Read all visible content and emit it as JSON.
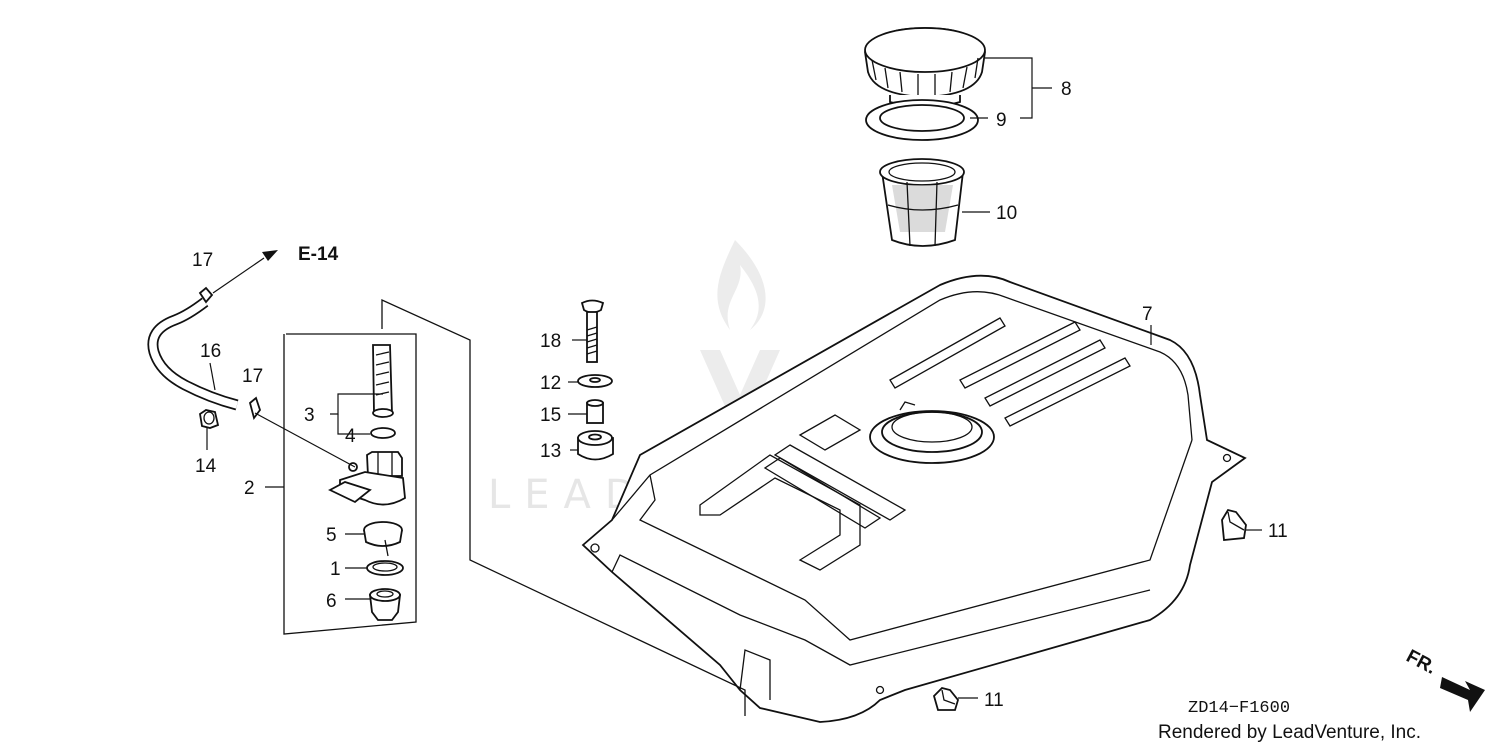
{
  "reference_labels": {
    "e14": "E-14",
    "fr": "FR."
  },
  "callouts": [
    {
      "id": "p1",
      "text": "1"
    },
    {
      "id": "p2",
      "text": "2"
    },
    {
      "id": "p3",
      "text": "3"
    },
    {
      "id": "p4",
      "text": "4"
    },
    {
      "id": "p5",
      "text": "5"
    },
    {
      "id": "p6",
      "text": "6"
    },
    {
      "id": "p7",
      "text": "7"
    },
    {
      "id": "p8",
      "text": "8"
    },
    {
      "id": "p9",
      "text": "9"
    },
    {
      "id": "p10",
      "text": "10"
    },
    {
      "id": "p11a",
      "text": "11"
    },
    {
      "id": "p11b",
      "text": "11"
    },
    {
      "id": "p12",
      "text": "12"
    },
    {
      "id": "p13",
      "text": "13"
    },
    {
      "id": "p14",
      "text": "14"
    },
    {
      "id": "p15",
      "text": "15"
    },
    {
      "id": "p16",
      "text": "16"
    },
    {
      "id": "p17a",
      "text": "17"
    },
    {
      "id": "p17b",
      "text": "17"
    },
    {
      "id": "p18",
      "text": "18"
    }
  ],
  "diagram_code": "ZD14−F1600",
  "credit": "Rendered by LeadVenture, Inc.",
  "watermark": "LEADVENTURE",
  "colors": {
    "ink": "#111111",
    "watermark": "#e6e6e6",
    "background": "#ffffff"
  }
}
